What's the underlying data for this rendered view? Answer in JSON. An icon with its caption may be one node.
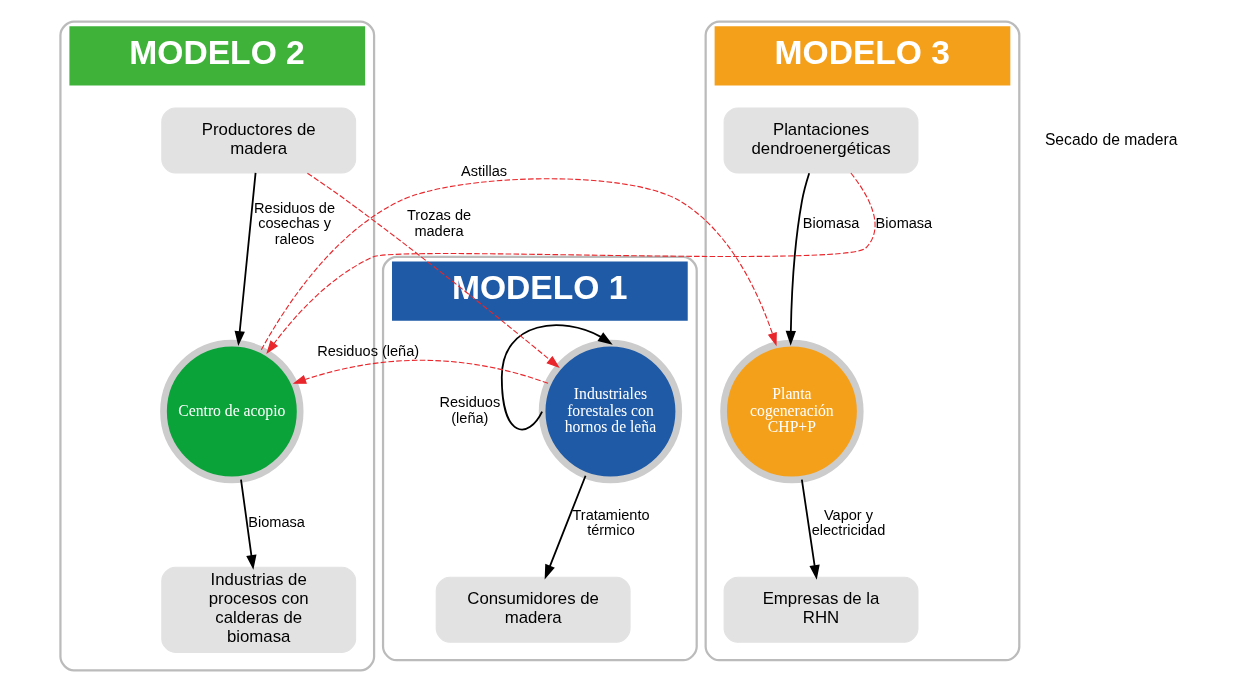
{
  "diagram": {
    "nodes": [
      {
        "text": [
          "MODELO 1"
        ]
      },
      {
        "text": [
          "Industriales forestales con hornos de leña"
        ],
        "in": 0
      },
      {
        "text": [
          "Consumidores de madera"
        ],
        "in": 0
      },
      {
        "text": [
          "MODELO 2"
        ]
      },
      {
        "text": [
          "Productores de madera"
        ],
        "in": 3
      },
      {
        "text": [
          "Centro de acopio"
        ],
        "in": 3
      },
      {
        "text": [
          "Industrias de procesos con calderas de biomasa"
        ],
        "in": 3
      },
      {
        "text": [
          "MODELO 3"
        ]
      },
      {
        "text": [
          "Plantaciones dendroenergéticas"
        ],
        "in": 7
      },
      {
        "text": [
          "Planta cogeneración CHP+P"
        ],
        "in": 7
      },
      {
        "text": [
          "Empresas de la RHN"
        ],
        "in": 7
      }
    ],
    "edges": [
      {
        "from": 1,
        "to": 1,
        "arrow": "to",
        "label": "Residuos (leña)"
      },
      {
        "from": 1,
        "to": 2,
        "arrow": "to",
        "label": "Tratamiento térmico"
      },
      {
        "from": 4,
        "to": 1,
        "arrow": "to",
        "label": "Trozas de madera",
        "style": "dashed",
        "color": "#e8262b"
      },
      {
        "from": 1,
        "to": 5,
        "arrow": "to",
        "label": "Residuos (leña)",
        "style": "dashed",
        "color": "#e8262b"
      },
      {
        "from": 4,
        "to": 5,
        "arrow": "to",
        "label": "Residuos de cosechas y raleos"
      },
      {
        "from": 5,
        "to": 6,
        "arrow": "to",
        "label": "Biomasa"
      },
      {
        "from": 8,
        "to": 5,
        "arrow": "to",
        "label": "Biomasa",
        "style": "dashed",
        "color": "#e8262b"
      },
      {
        "from": 5,
        "to": 9,
        "arrow": "to",
        "label": "Astillas",
        "style": "dashed",
        "color": "#e8262b"
      },
      {
        "from": 8,
        "to": 9,
        "arrow": "to",
        "label": "Biomasa"
      },
      {
        "from": 9,
        "to": 10,
        "arrow": "to",
        "label": "Vapor y electricidad"
      }
    ],
    "labels": [
      "Secado de madera"
    ]
  }
}
